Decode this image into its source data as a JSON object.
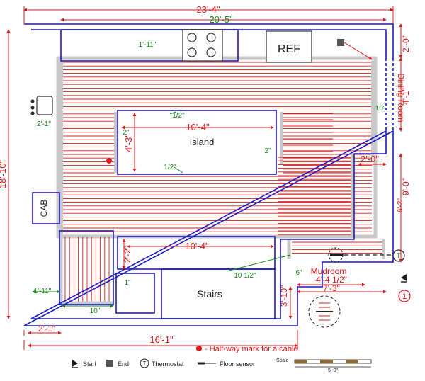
{
  "colors": {
    "wall": "#1a1ac8",
    "cable": "#d42020",
    "dimension": "#e01818",
    "dimension_alt": "#128a12",
    "floor_edge": "#c8c8c8",
    "text": "#202020"
  },
  "dimensions": {
    "overall_width": "23'-4\"",
    "floor_width": "20'-5\"",
    "overall_height": "18'-10\"",
    "counter_top": "1'-11\"",
    "sink_depth": "2'-1\"",
    "island_width": "10'-4\"",
    "island_height": "4'-3\"",
    "island_gap_top": "1/2\"",
    "island_gap_bottom": "1/2\"",
    "island_gap_left": "2\"",
    "island_gap_right": "2\"",
    "right_upper": "2'-0\"",
    "right_mid": "4'-1\"",
    "right_gap": "10\"",
    "right_step": "2'-0\"",
    "right_lower": "9'-0\"",
    "right_inner": "6'-2\"",
    "lower_width": "10'-4\"",
    "lower_height": "2'-2\"",
    "lower_gap": "10 1/2\"",
    "stairs_gap": "1\"",
    "left_strip": "1'-11\"",
    "left_strip_gap": "10\"",
    "bottom_left": "2'-1\"",
    "bottom_width": "16'-1\"",
    "stairs_drop": "3'-10\"",
    "mudroom_small": "6\"",
    "mudroom_width": "4'-4 1/2\"",
    "mudroom_outer": "7'-3\""
  },
  "labels": {
    "ref": "REF",
    "island": "Island",
    "cab": "CAB",
    "stairs": "Stairs",
    "mudroom": "Mudroom",
    "dining_room": "Dining Room",
    "thermostat_symbol": "T",
    "callout_number": "1"
  },
  "legend": {
    "halfway_mark": "- Half-way mark for a cable.",
    "start": "Start",
    "end": "End",
    "thermostat": "Thermostat",
    "floor_sensor": "Floor sensor",
    "thermostat_symbol": "T",
    "scale": "Scale",
    "scale_length": "5'-0\""
  }
}
